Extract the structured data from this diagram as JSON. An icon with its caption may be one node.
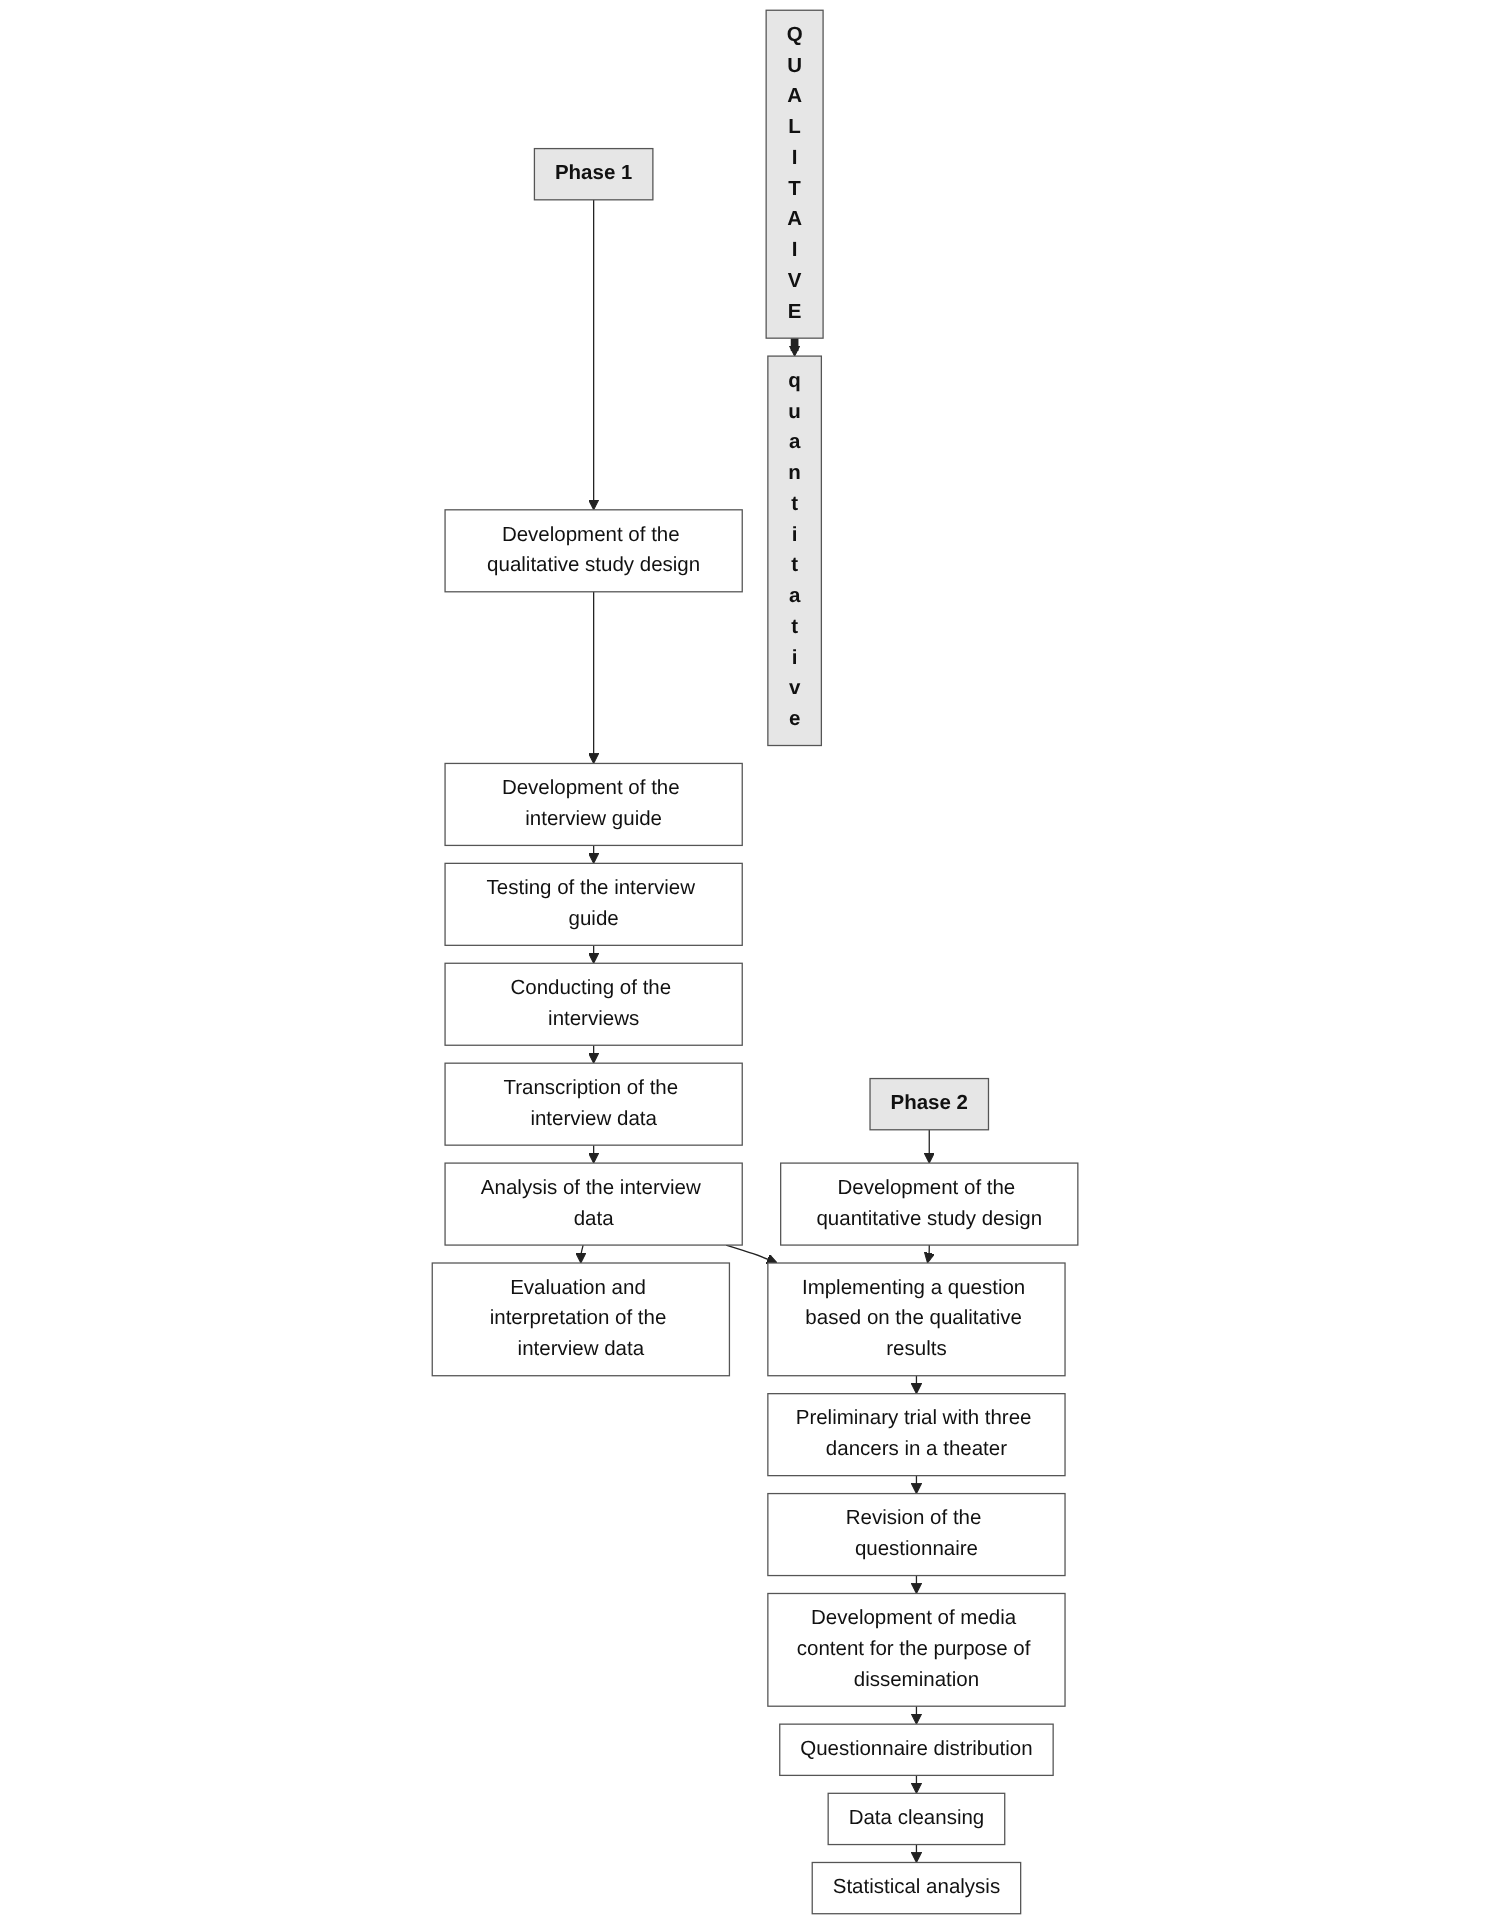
{
  "diagram": {
    "nodes": [
      {
        "text": [
          "Q U A L I T A I V E"
        ]
      },
      {
        "text": [
          "Phase 1"
        ]
      },
      {
        "text": [
          "Development of the qualitative study design"
        ]
      },
      {
        "text": [
          "Development of the interview guide"
        ]
      },
      {
        "text": [
          "Testing of the interview guide"
        ]
      },
      {
        "text": [
          "Conducting of the interviews"
        ]
      },
      {
        "text": [
          "Transcription of the interview data"
        ]
      },
      {
        "text": [
          "Analysis of the interview data"
        ]
      },
      {
        "text": [
          "Evaluation and interpretation of the interview data"
        ]
      },
      {
        "text": [
          "q u a n t i t a t i v e"
        ]
      },
      {
        "text": [
          "Phase 2"
        ]
      },
      {
        "text": [
          "Development of the quantitative study design"
        ]
      },
      {
        "text": [
          "Implementing a question based on the qualitative results"
        ]
      },
      {
        "text": [
          "Preliminary trial with three dancers in a theater"
        ]
      },
      {
        "text": [
          "Revision of the questionnaire"
        ]
      },
      {
        "text": [
          "Development of media content for the purpose of dissemination"
        ]
      },
      {
        "text": [
          "Questionnaire distribution"
        ]
      },
      {
        "text": [
          "Data cleansing"
        ]
      },
      {
        "text": [
          "Statistical analysis"
        ]
      }
    ],
    "edges": [
      {
        "from": 1,
        "to": 2,
        "arrow": "to"
      },
      {
        "from": 2,
        "to": 3,
        "arrow": "to"
      },
      {
        "from": 3,
        "to": 4,
        "arrow": "to"
      },
      {
        "from": 4,
        "to": 5,
        "arrow": "to"
      },
      {
        "from": 5,
        "to": 6,
        "arrow": "to"
      },
      {
        "from": 6,
        "to": 7,
        "arrow": "to"
      },
      {
        "from": 7,
        "to": 8,
        "arrow": "to"
      },
      {
        "from": 0,
        "to": 9,
        "arrow": "to",
        "style": "thick"
      },
      {
        "from": 10,
        "to": 11,
        "arrow": "to"
      },
      {
        "from": 11,
        "to": 12,
        "arrow": "to"
      },
      {
        "from": 12,
        "to": 13,
        "arrow": "to"
      },
      {
        "from": 13,
        "to": 14,
        "arrow": "to"
      },
      {
        "from": 14,
        "to": 15,
        "arrow": "to"
      },
      {
        "from": 15,
        "to": 16,
        "arrow": "to"
      },
      {
        "from": 16,
        "to": 17,
        "arrow": "to"
      },
      {
        "from": 17,
        "to": 18,
        "arrow": "to"
      },
      {
        "from": 7,
        "to": 12,
        "arrow": "to"
      }
    ]
  }
}
